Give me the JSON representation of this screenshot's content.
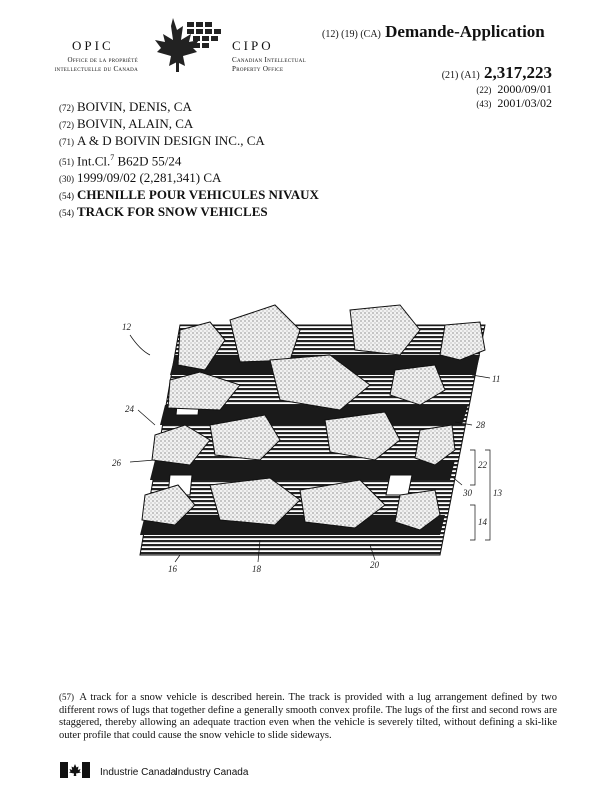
{
  "header": {
    "opic": "OPIC",
    "cipo": "CIPO",
    "office_fr_line1": "Office de la propriété",
    "office_fr_line2": "intellectuelle du Canada",
    "office_en_line1": "Canadian Intellectual",
    "office_en_line2": "Property Office",
    "doc_codes": "(12) (19) (CA)",
    "doc_kind": "Demande-Application",
    "pub_codes": "(21) (A1)",
    "pub_number": "2,317,223",
    "date22_code": "(22)",
    "date22": "2000/09/01",
    "date43_code": "(43)",
    "date43": "2001/03/02"
  },
  "biblio": {
    "inventor1_code": "(72)",
    "inventor1": "BOIVIN, DENIS, CA",
    "inventor2_code": "(72)",
    "inventor2": "BOIVIN, ALAIN, CA",
    "applicant_code": "(71)",
    "applicant": "A & D BOIVIN DESIGN INC., CA",
    "ipc_code": "(51)",
    "ipc_prefix": "Int.Cl.",
    "ipc_sup": "7",
    "ipc_value": "B62D 55/24",
    "priority_code": "(30)",
    "priority": "1999/09/02 (2,281,341) CA",
    "title_fr_code": "(54)",
    "title_fr": "CHENILLE POUR VEHICULES NIVAUX",
    "title_en_code": "(54)",
    "title_en": "TRACK FOR SNOW VEHICLES"
  },
  "drawing": {
    "refs": {
      "r12": "12",
      "r11": "11",
      "r24": "24",
      "r28": "28",
      "r26": "26",
      "r22": "22",
      "r30": "30",
      "r13": "13",
      "r14": "14",
      "r16": "16",
      "r18": "18",
      "r20": "20"
    }
  },
  "abstract": {
    "code": "(57)",
    "text": "A track for a snow vehicle is described herein. The track is provided with a lug arrangement defined by two different rows of lugs that together define a generally smooth convex profile. The lugs of the first and second rows are staggered, thereby allowing an adequate traction even when the vehicle is severely tilted, without defining a ski-like outer profile that could cause the snow vehicle to slide sideways."
  },
  "footer": {
    "industry_fr": "Industrie Canada",
    "industry_en": "Industry Canada"
  }
}
